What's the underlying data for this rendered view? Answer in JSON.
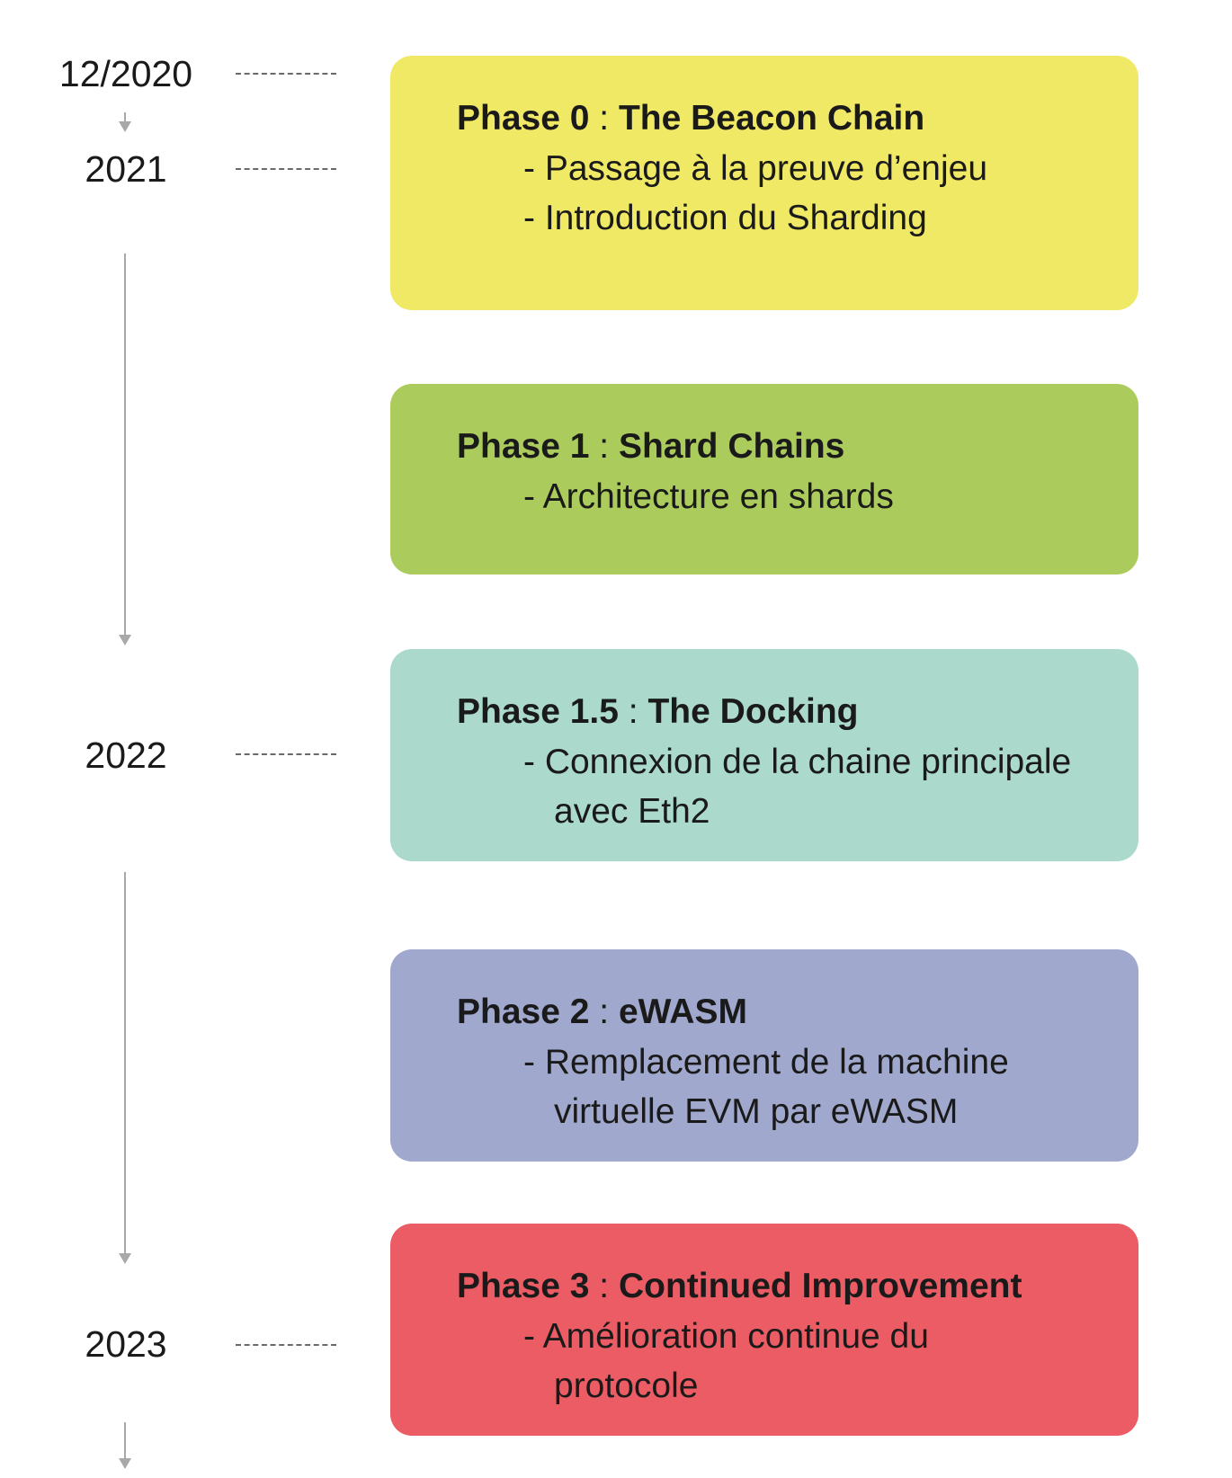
{
  "timeline": {
    "years": [
      "12/2020",
      "2021",
      "2022",
      "2023"
    ]
  },
  "phases": [
    {
      "label": "Phase 0",
      "separator": " : ",
      "name": "The Beacon Chain",
      "color": "#f0e965",
      "lines": [
        "- Passage à la preuve d’enjeu",
        "- Introduction du Sharding"
      ]
    },
    {
      "label": "Phase 1",
      "separator": " : ",
      "name": "Shard Chains",
      "color": "#abcc5c",
      "lines": [
        "- Architecture en shards"
      ]
    },
    {
      "label": "Phase 1.5",
      "separator": " : ",
      "name": "The Docking",
      "color": "#abd9cc",
      "lines": [
        "- Connexion de la chaine principale",
        "avec Eth2"
      ]
    },
    {
      "label": "Phase 2",
      "separator": " : ",
      "name": "eWASM",
      "color": "#a0a9cd",
      "lines": [
        "- Remplacement de la machine",
        "virtuelle EVM par eWASM"
      ]
    },
    {
      "label": "Phase 3",
      "separator": " : ",
      "name": "Continued Improvement",
      "color": "#eb5c64",
      "lines": [
        "- Amélioration continue du",
        "protocole"
      ]
    }
  ]
}
